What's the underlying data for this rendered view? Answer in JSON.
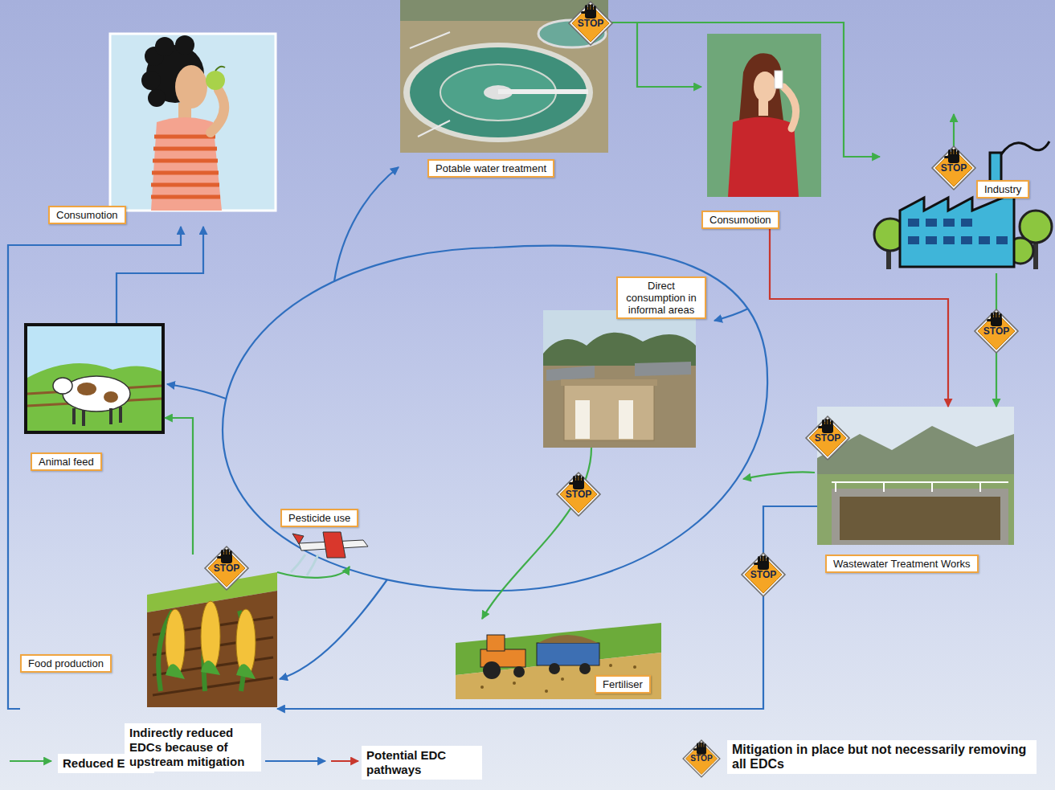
{
  "diagram": {
    "nodes": [
      {
        "text": [
          "Potable water treatment"
        ]
      },
      {
        "text": [
          "Industry"
        ]
      },
      {
        "text": [
          "Consumotion"
        ]
      },
      {
        "text": [
          "Consumotion"
        ]
      },
      {
        "text": [
          "Direct consumption in informal areas"
        ]
      },
      {
        "text": [
          "Pesticide use"
        ]
      },
      {
        "text": [
          "Animal feed"
        ]
      },
      {
        "text": [
          "Wastewater Treatment Works"
        ]
      },
      {
        "text": [
          "Food production"
        ]
      },
      {
        "text": [
          "Fertiliser"
        ]
      }
    ],
    "edges": [
      {
        "from": 0,
        "to": 3,
        "arrow": "to"
      },
      {
        "from": 0,
        "to": 1,
        "arrow": "to"
      },
      {
        "from": 3,
        "to": 7,
        "arrow": "to"
      },
      {
        "from": 1,
        "to": 7,
        "arrow": "to"
      },
      {
        "from": 7,
        "to": 8,
        "arrow": "to"
      },
      {
        "from": 4,
        "to": 9,
        "arrow": "to"
      },
      {
        "from": 8,
        "to": 5,
        "arrow": "to"
      },
      {
        "from": 8,
        "to": 6,
        "arrow": "to"
      },
      {
        "from": 6,
        "to": 2,
        "arrow": "to"
      },
      {
        "from": 8,
        "to": 2,
        "arrow": "to"
      }
    ],
    "labels": [
      "STOP",
      "STOP",
      "STOP",
      "STOP",
      "STOP",
      "STOP",
      "STOP",
      "STOP"
    ],
    "legend": [
      {
        "text": "Reduced EDCs",
        "color": "#3fae49"
      },
      {
        "text": "Indirectly reduced EDCs because of upstream mitigation",
        "color": "#2f6fbf"
      },
      {
        "text": "Potential EDC pathways",
        "color": "#c8372d"
      },
      {
        "text": "Mitigation in place but not necessarily removing all EDCs"
      }
    ]
  }
}
